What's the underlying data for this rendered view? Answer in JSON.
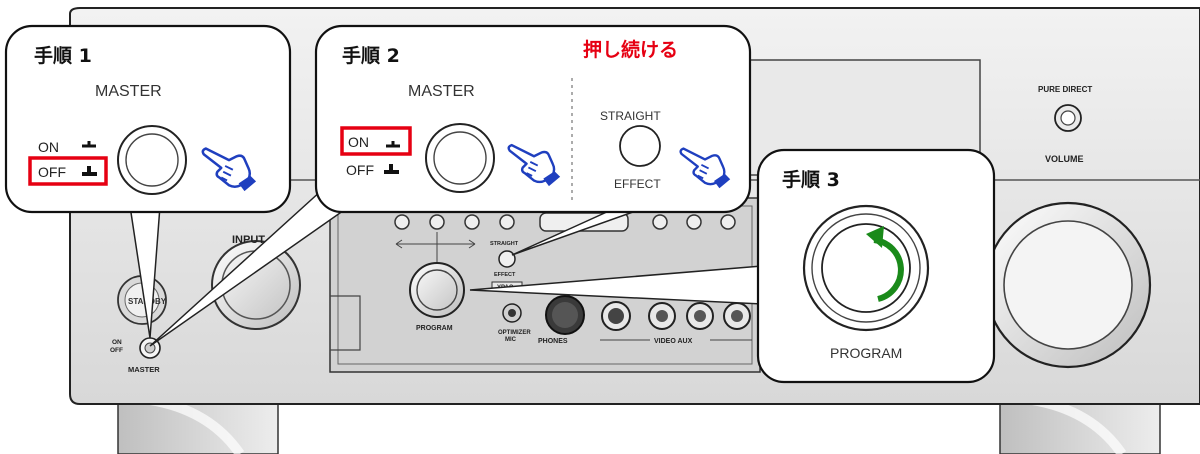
{
  "panel": {
    "input_label": "INPUT",
    "standby_label": "STANDBY",
    "switch_on": "ON",
    "switch_off": "OFF",
    "master_label": "MASTER",
    "straight_label": "STRAIGHT",
    "effect_label": "EFFECT",
    "yrcc_label": "YPAO",
    "program_label": "PROGRAM",
    "optimizer_label": "OPTIMIZER",
    "mic_label": "MIC",
    "phones_label": "PHONES",
    "video_aux_label": "VIDEO AUX",
    "pure_direct_label": "PURE DIRECT",
    "volume_label": "VOLUME"
  },
  "steps": [
    {
      "title": "手順 1",
      "master_label": "MASTER",
      "on_label": "ON",
      "off_label": "OFF",
      "highlight": "OFF"
    },
    {
      "title": "手順 2",
      "note": "押し続ける",
      "master_label": "MASTER",
      "on_label": "ON",
      "off_label": "OFF",
      "highlight": "ON",
      "straight_label": "STRAIGHT",
      "effect_label": "EFFECT"
    },
    {
      "title": "手順 3",
      "program_label": "PROGRAM"
    }
  ],
  "colors": {
    "highlight_red": "#e60012",
    "note_red": "#e60012",
    "arrow_green": "#1a8a1a",
    "hand_blue": "#1f3fbf",
    "panel_gray": "#e4e4e4",
    "inner_panel": "#d2d2d2"
  },
  "icons": [
    "pointing-hand-icon",
    "rotate-arrow-icon"
  ]
}
